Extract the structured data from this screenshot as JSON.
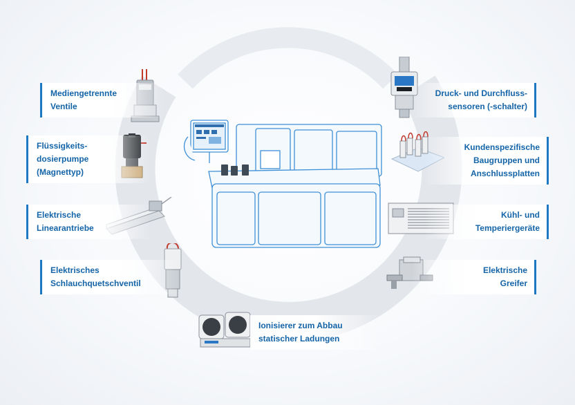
{
  "labels": {
    "left": [
      {
        "id": "mediengetrennte-ventile",
        "lines": [
          "Mediengetrennte",
          "Ventile"
        ]
      },
      {
        "id": "fluessigkeitsdosierpumpe",
        "lines": [
          "Flüssigkeits-",
          "dosierpumpe",
          "(Magnettyp)"
        ]
      },
      {
        "id": "elektrische-linearantriebe",
        "lines": [
          "Elektrische",
          "Linearantriebe"
        ]
      },
      {
        "id": "schlauchquetschventil",
        "lines": [
          "Elektrisches",
          "Schlauchquetschventil"
        ]
      }
    ],
    "right": [
      {
        "id": "druck-durchfluss",
        "lines": [
          "Druck- und Durchfluss-",
          "sensoren (-schalter)"
        ]
      },
      {
        "id": "kundenspezifische-baugruppen",
        "lines": [
          "Kundenspezifische",
          "Baugruppen und",
          "Anschlussplatten"
        ]
      },
      {
        "id": "kuehl-temperiergeraete",
        "lines": [
          "Kühl- und",
          "Temperiergeräte"
        ]
      },
      {
        "id": "elektrische-greifer",
        "lines": [
          "Elektrische",
          "Greifer"
        ]
      }
    ],
    "bottom": {
      "id": "ionisierer",
      "lines": [
        "Ionisierer zum Abbau",
        "statischer Ladungen"
      ]
    }
  },
  "colors": {
    "label_text": "#1464a8",
    "accent": "#1d78c4",
    "ring": "#e3e6eb",
    "machine_line": "#3d8fd6",
    "machine_fill": "#eef5fc"
  },
  "icons": {
    "center": "lab-analyzer-machine-icon",
    "products": [
      "media-separated-valve-icon",
      "dosing-pump-icon",
      "linear-actuator-icon",
      "pinch-valve-icon",
      "pressure-flow-sensor-icon",
      "manifold-assembly-icon",
      "chiller-icon",
      "electric-gripper-icon",
      "ionizer-icon"
    ]
  }
}
